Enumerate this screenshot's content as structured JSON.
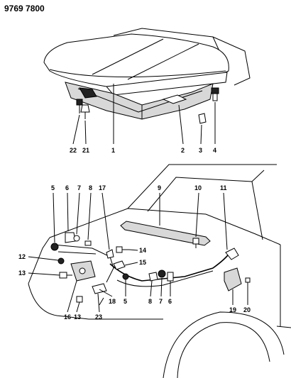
{
  "header": {
    "catalog_number": "9769 7800"
  },
  "callouts": [
    {
      "id": "22-top",
      "label": "22"
    },
    {
      "id": "21-top",
      "label": "21"
    },
    {
      "id": "1",
      "label": "1"
    },
    {
      "id": "2",
      "label": "2"
    },
    {
      "id": "3",
      "label": "3"
    },
    {
      "id": "4",
      "label": "4"
    },
    {
      "id": "5-left",
      "label": "5"
    },
    {
      "id": "6-left",
      "label": "6"
    },
    {
      "id": "7-left",
      "label": "7"
    },
    {
      "id": "8-left",
      "label": "8"
    },
    {
      "id": "17",
      "label": "17"
    },
    {
      "id": "9",
      "label": "9"
    },
    {
      "id": "10",
      "label": "10"
    },
    {
      "id": "11",
      "label": "11"
    },
    {
      "id": "12",
      "label": "12"
    },
    {
      "id": "14",
      "label": "14"
    },
    {
      "id": "15",
      "label": "15"
    },
    {
      "id": "13-left",
      "label": "13"
    },
    {
      "id": "16",
      "label": "16"
    },
    {
      "id": "13-bottom",
      "label": "13"
    },
    {
      "id": "23",
      "label": "23"
    },
    {
      "id": "18",
      "label": "18"
    },
    {
      "id": "5-bottom",
      "label": "5"
    },
    {
      "id": "8-right",
      "label": "8"
    },
    {
      "id": "7-right",
      "label": "7"
    },
    {
      "id": "6-right",
      "label": "6"
    },
    {
      "id": "19",
      "label": "19"
    },
    {
      "id": "20",
      "label": "20"
    }
  ]
}
